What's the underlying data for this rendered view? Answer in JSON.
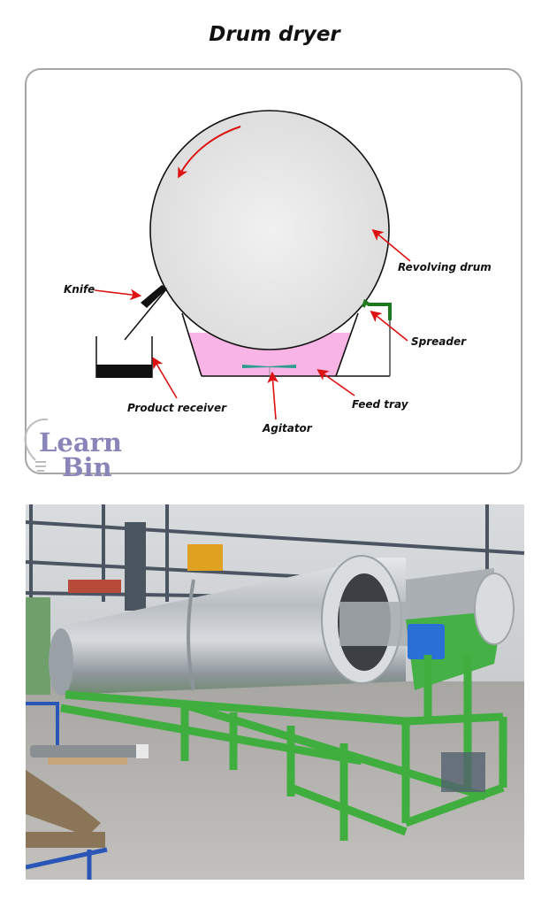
{
  "title": "Drum dryer",
  "diagram": {
    "labels": {
      "knife": "Knife",
      "revolving_drum": "Revolving drum",
      "spreader": "Spreader",
      "feed_tray": "Feed tray",
      "agitator": "Agitator",
      "product_receiver": "Product receiver"
    },
    "rotation_direction": "counter-clockwise",
    "colors": {
      "drum_fill": "#e8e8e8",
      "feed_liquid": "#f8b4e4",
      "spreader": "#1f7a1f",
      "agitator": "#2a9d8f",
      "arrows": "#dd1111",
      "frame_border": "#a6a6a6"
    }
  },
  "logo": {
    "line1": "Learn",
    "line2": "Bin",
    "icon": "lightbulb-icon",
    "color": "#8a85b8"
  },
  "photo": {
    "alt": "Industrial rotary drum dryer with stainless steel drum on green steel frame in factory hall",
    "colors": {
      "frame": "#3fae3f",
      "drum": "#c8ccd0",
      "motor": "#2a6fd6",
      "floor": "#b7b5b0"
    }
  }
}
